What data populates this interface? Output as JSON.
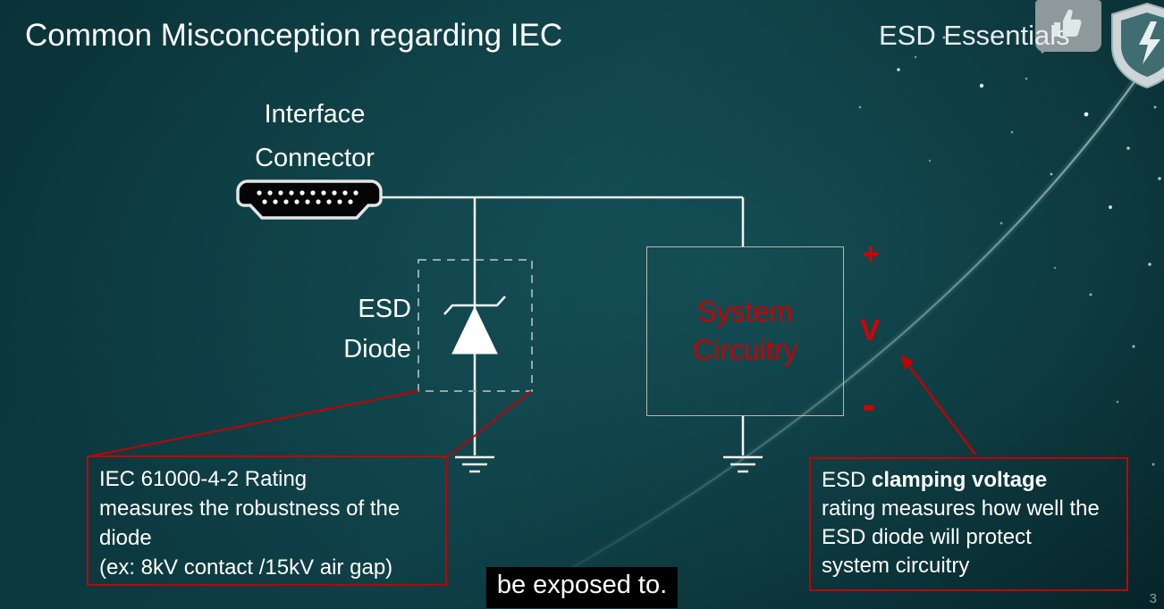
{
  "header": {
    "title": "Common Misconception regarding IEC",
    "brand": "ESD Essentials"
  },
  "icons": {
    "thumbs_up": "thumbs-up-icon",
    "shield_logo": "shield-logo-icon",
    "hdmi_connector": "hdmi-connector-icon",
    "ground": "ground-icon",
    "diode": "tvs-diode-icon"
  },
  "diagram": {
    "connector_label": [
      "Interface",
      "Connector"
    ],
    "diode_label": [
      "ESD",
      "Diode"
    ],
    "system_label": [
      "System",
      "Circuitry"
    ],
    "polarity": {
      "plus": "+",
      "v": "V",
      "minus": "-"
    }
  },
  "notes": {
    "left": {
      "lines": [
        "IEC 61000-4-2 Rating",
        "measures the robustness of the",
        "diode",
        "(ex: 8kV contact /15kV air gap)"
      ]
    },
    "right": {
      "lead": "ESD ",
      "lead_bold": "clamping voltage",
      "lines": [
        "rating measures how well the",
        "ESD diode will protect",
        "system circuitry"
      ]
    }
  },
  "caption": "be exposed to.",
  "page_number": "3",
  "colors": {
    "accent_red": "#c40000",
    "system_text_red": "#c80000",
    "background_teal": "#0e3e45",
    "wire_white": "#ffffff",
    "dashed_grey": "#98a8a8"
  }
}
